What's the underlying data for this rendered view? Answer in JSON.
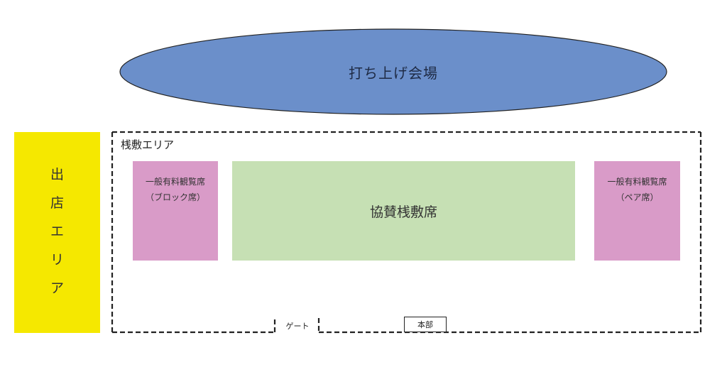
{
  "launch_area": {
    "label": "打ち上げ会場",
    "fill": "#6b8fca",
    "stroke": "#222222"
  },
  "shop_area": {
    "chars": [
      "出",
      "店",
      "エ",
      "リ",
      "ア"
    ],
    "fill": "#f5e800"
  },
  "seating_area": {
    "label": "桟敷エリア"
  },
  "left_block": {
    "line1": "一般有料観覧席",
    "line2": "（ブロック席）",
    "fill": "#d99bc8"
  },
  "sponsor_seats": {
    "label": "協賛桟敷席",
    "fill": "#c6e0b4"
  },
  "right_block": {
    "line1": "一般有料観覧席",
    "line2": "（ペア席）",
    "fill": "#d99bc8"
  },
  "gate": {
    "label": "ゲート"
  },
  "hq": {
    "label": "本部"
  }
}
